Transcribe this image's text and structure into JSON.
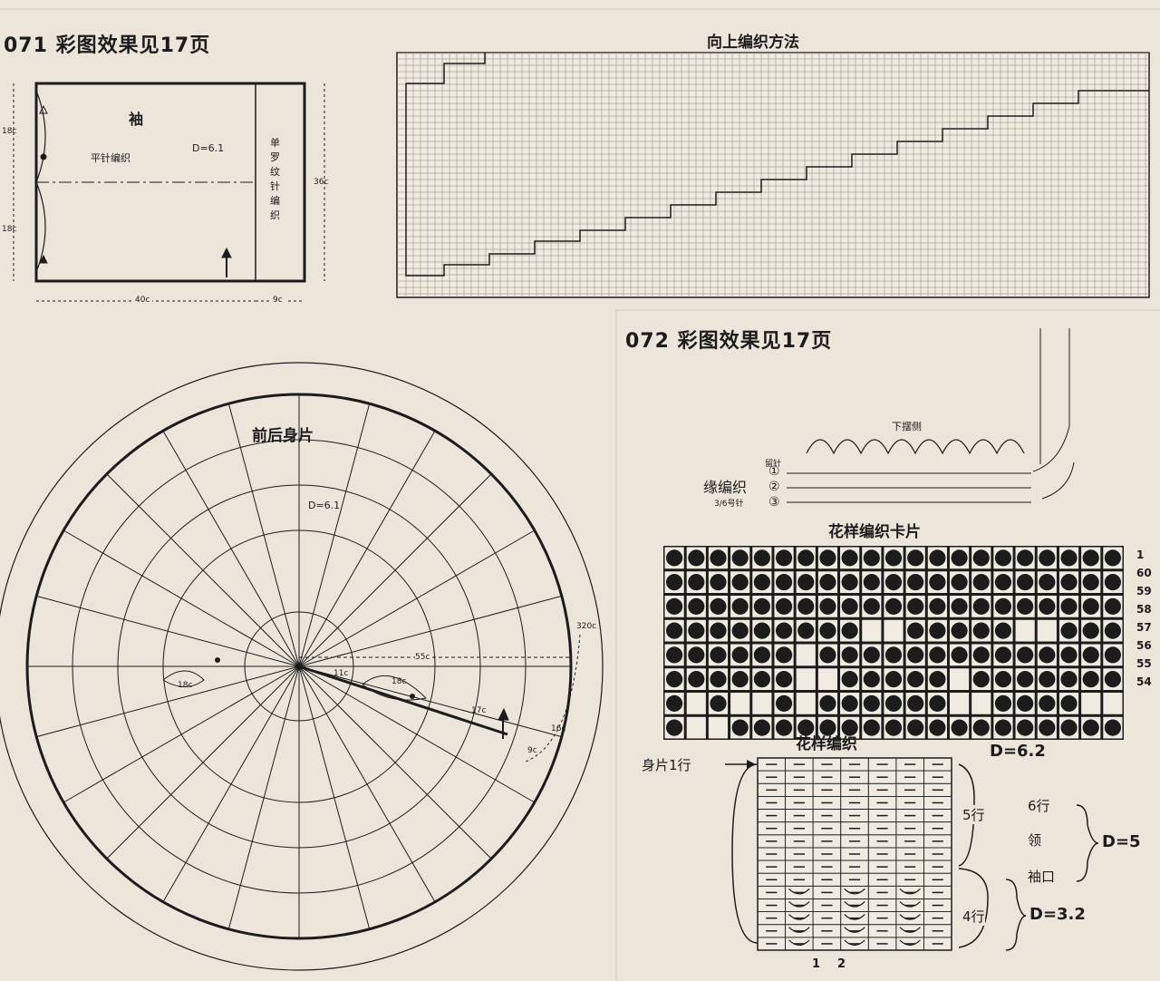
{
  "pattern071": {
    "title": "071 彩图效果见17页",
    "sleeve": {
      "name": "袖",
      "stitch": "平针编织",
      "gauge": "D=6.1",
      "rib": "单罗纹针编织",
      "dim_top": "18c",
      "dim_bottom": "18c",
      "dim_height": "36c",
      "dim_width": "40c",
      "dim_cuff": "9c"
    },
    "method": {
      "title": "向上编织方法"
    },
    "body": {
      "title": "前后身片",
      "gauge": "D=6.1",
      "circumference": "320c",
      "radius": "55c",
      "inner": "11c",
      "arm_left": "18c",
      "arm_right": "18c",
      "seg": "17c",
      "edge": "16c",
      "cuff": "9c"
    }
  },
  "pattern072": {
    "title": "072 彩图效果见17页",
    "edge": {
      "hem_side": "下摆侧",
      "keep": "留针",
      "label": "缘编织",
      "needle": "3/6号针",
      "rows": [
        "①",
        "②",
        "③"
      ]
    },
    "card": {
      "title": "花样编织卡片",
      "rows": [
        "1",
        "60",
        "59",
        "58",
        "57",
        "56",
        "55",
        "54"
      ]
    },
    "pattern": {
      "title": "花样编织",
      "body_row": "身片1行",
      "gauge_top": "D=6.2",
      "rows5": "5行",
      "rows6": "6行",
      "collar": "领",
      "cuff": "袖口",
      "gauge_mid": "D=5",
      "rows4": "4行",
      "gauge_low": "D=3.2",
      "cols": [
        "1",
        "2"
      ]
    }
  }
}
